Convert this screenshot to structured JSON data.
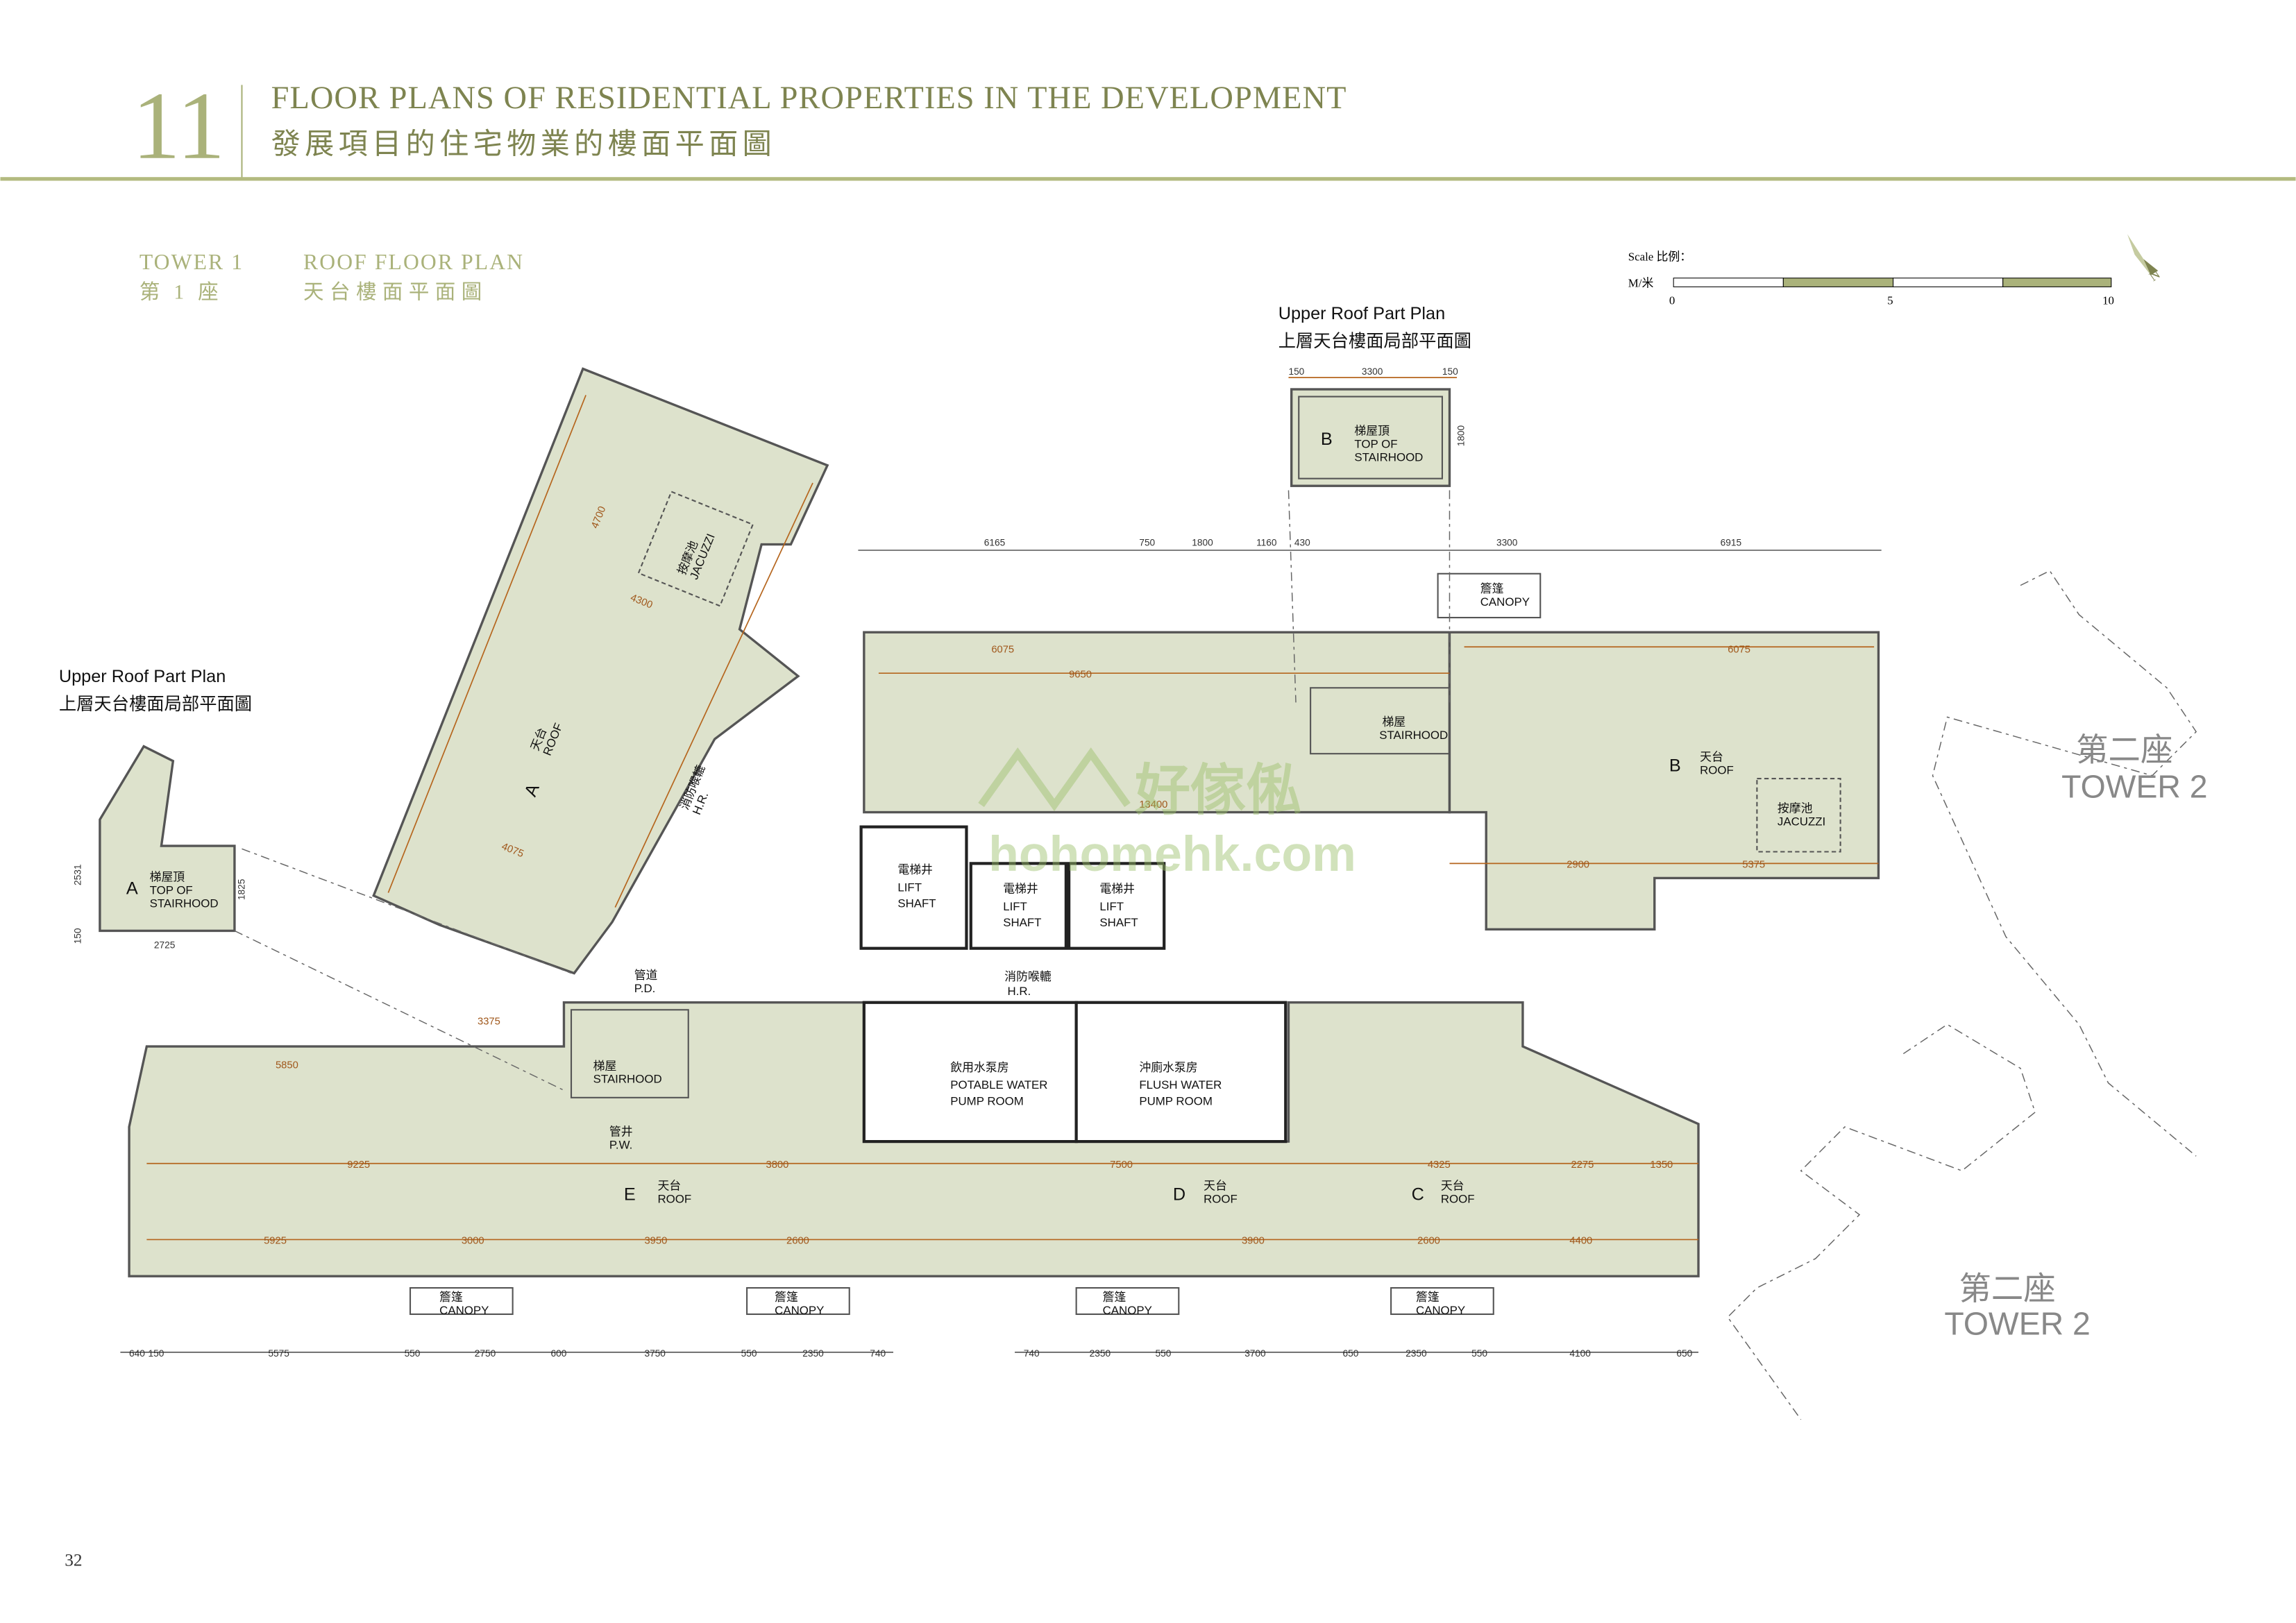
{
  "header": {
    "section_number": "11",
    "title_en": "FLOOR PLANS OF RESIDENTIAL PROPERTIES IN THE DEVELOPMENT",
    "title_zh": "發展項目的住宅物業的樓面平面圖"
  },
  "subheader": {
    "tower_en": "TOWER 1",
    "tower_zh": "第 1 座",
    "plan_en": "ROOF FLOOR PLAN",
    "plan_zh": "天台樓面平面圖"
  },
  "scale": {
    "label": "Scale 比例：",
    "unit": "M/米",
    "ticks": [
      "0",
      "5",
      "10"
    ]
  },
  "north_label": "N",
  "upper_roof_plans": [
    {
      "title_en": "Upper Roof Part Plan",
      "title_zh": "上層天台樓面局部平面圖",
      "letter": "B",
      "label_zh": "梯屋頂",
      "label_en1": "TOP OF",
      "label_en2": "STAIRHOOD",
      "dims": [
        "150",
        "3300",
        "150",
        "1800"
      ]
    },
    {
      "title_en": "Upper Roof Part Plan",
      "title_zh": "上層天台樓面局部平面圖",
      "letter": "A",
      "label_zh": "梯屋頂",
      "label_en1": "TOP OF",
      "label_en2": "STAIRHOOD",
      "dims": [
        "2531",
        "2725",
        "1825",
        "150"
      ]
    }
  ],
  "rooms": {
    "roof_a": {
      "letter": "A",
      "zh": "天台",
      "en": "ROOF"
    },
    "jacuzzi_a": {
      "zh": "按摩池",
      "en": "JACUZZI"
    },
    "roof_b": {
      "letter": "B",
      "zh": "天台",
      "en": "ROOF"
    },
    "jacuzzi_b": {
      "zh": "按摩池",
      "en": "JACUZZI"
    },
    "roof_c": {
      "letter": "C",
      "zh": "天台",
      "en": "ROOF"
    },
    "roof_d": {
      "letter": "D",
      "zh": "天台",
      "en": "ROOF"
    },
    "roof_e": {
      "letter": "E",
      "zh": "天台",
      "en": "ROOF"
    },
    "lift_shaft": {
      "zh": "電梯井",
      "en1": "LIFT",
      "en2": "SHAFT"
    },
    "hose_reel": {
      "zh": "消防喉轆",
      "en": "H.R."
    },
    "hose_reel_a": {
      "zh": "消防喉轆",
      "en": "H.R."
    },
    "potable": {
      "zh": "飲用水泵房",
      "en1": "POTABLE WATER",
      "en2": "PUMP ROOM"
    },
    "flush": {
      "zh": "沖廁水泵房",
      "en1": "FLUSH WATER",
      "en2": "PUMP ROOM"
    },
    "stairhood": {
      "zh": "梯屋",
      "en": "STAIRHOOD"
    },
    "pipe_duct": {
      "zh": "管道",
      "en": "P.D."
    },
    "pipe_well": {
      "zh": "管井",
      "en": "P.W."
    },
    "canopy": {
      "zh": "簷篷",
      "en": "CANOPY"
    }
  },
  "tower2": {
    "zh": "第二座",
    "en": "TOWER 2"
  },
  "dimensions": {
    "top": [
      "6165",
      "750",
      "1800",
      "1160",
      "430",
      "3300",
      "6915"
    ],
    "bottom_left": [
      "640",
      "150",
      "5575",
      "550",
      "2750",
      "600",
      "3750",
      "550",
      "2350",
      "740"
    ],
    "bottom_right": [
      "740",
      "2350",
      "550",
      "3700",
      "650",
      "2350",
      "550",
      "4100",
      "650"
    ],
    "interior": [
      "9225",
      "5925",
      "3000",
      "3950",
      "2600",
      "7500",
      "3900",
      "4325",
      "2275",
      "1350",
      "9650",
      "6075",
      "13400",
      "2900",
      "5375",
      "5850",
      "3375",
      "3800",
      "4400",
      "2600",
      "6075",
      "4700",
      "4300",
      "4075"
    ]
  },
  "watermark": {
    "zh": "好傢俬",
    "en": "hohomehk.com"
  },
  "page_number": "32",
  "colors": {
    "accent": "#aab27a",
    "title": "#7e8450",
    "roof_fill": "#dde2cc",
    "dimension": "#b5651d"
  }
}
